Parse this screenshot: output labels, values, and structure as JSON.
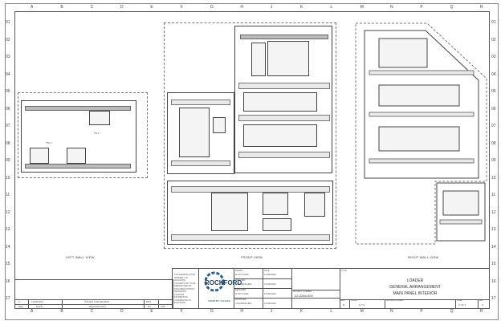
{
  "grid": {
    "columns": [
      "A",
      "B",
      "C",
      "D",
      "E",
      "F",
      "G",
      "H",
      "J",
      "K",
      "L",
      "M",
      "N",
      "P",
      "Q",
      "R"
    ],
    "rows": [
      "01",
      "02",
      "03",
      "04",
      "05",
      "06",
      "07",
      "08",
      "09",
      "10",
      "11",
      "12",
      "13",
      "14",
      "15",
      "16",
      "17"
    ]
  },
  "views": {
    "left_wall": "LEFT WALL VIEW",
    "front": "FRONT VIEW",
    "right_wall": "RIGHT WALL VIEW"
  },
  "title_block": {
    "company": "ROCKFORD",
    "company_sub": "SUDBURY CANADA",
    "notice": "THIS DRAWING IS THE PROPERTY OF ROCKFORD. CONTENTS NOT TO BE REPRODUCED OR DISCLOSED WITHOUT PERMISSION. CONTAINS INFORMATION CONFIDENTIAL TO ROCKFORD.",
    "drawn_label": "DRAWN",
    "drawn_by": "R.SUTTHIM",
    "drawn_date_label": "DATE",
    "drawn_date": "11/06/2023",
    "checked_label": "CHECKED",
    "checked_by": "J.RODRIGUEZ",
    "checked_date": "11/06/2023",
    "designed_label": "DESIGNED",
    "designed_by": "R.SUTTHIM",
    "designed_date": "11/06/2023",
    "approved_label": "APPROVED",
    "approved_by": "J.RODRIGUEZ",
    "approved_date": "11/06/2023",
    "title_label": "TITLE",
    "title_line1": "LOADER",
    "title_line2": "GENERAL ARRANGEMENT",
    "title_line3": "MAIN PANEL INTERIOR",
    "project_label": "PROJECT NUMBER",
    "project_number": "22-2284-904",
    "dwg_label": "DRAWING NUMBER",
    "size_label": "SIZE",
    "size": "B",
    "scale_label": "SCALE",
    "scale": "N.T.S.",
    "sheet_label": "SHEET",
    "sheet": "2 OF 2",
    "rev_label": "REV",
    "rev": "0"
  },
  "revisions": {
    "headers": [
      "REV",
      "DATE",
      "DESCRIPTION",
      "BY",
      "APP"
    ],
    "rows": [
      {
        "rev": "A",
        "date": "11/06/2023",
        "description": "ISSUED FOR REVIEW",
        "by": "RPS",
        "app": ""
      }
    ]
  }
}
